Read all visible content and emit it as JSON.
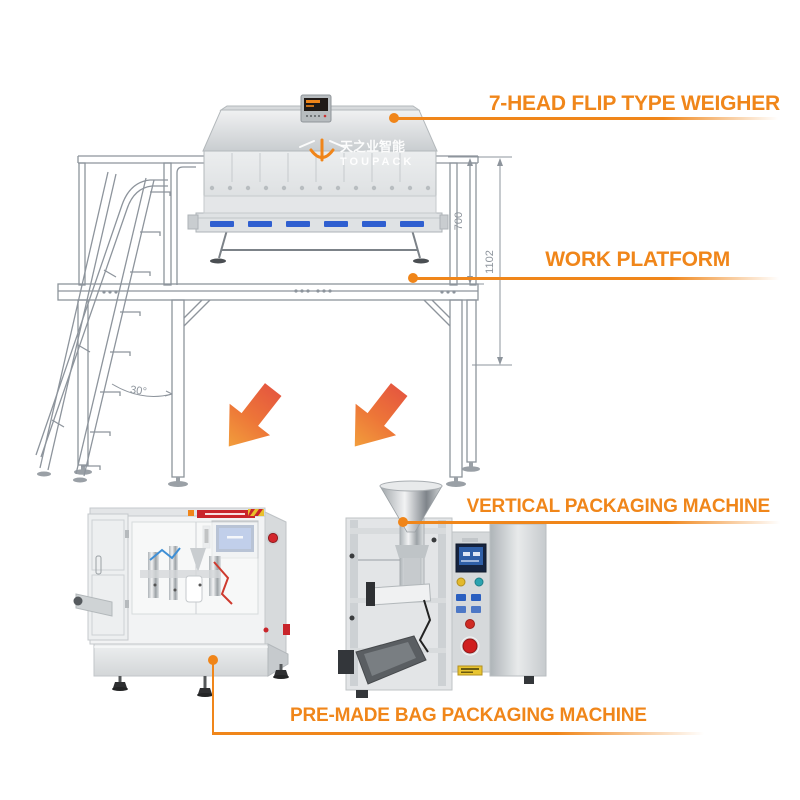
{
  "colors": {
    "accent_orange": "#F0861A",
    "arrow_gradient_top": "#E5573F",
    "arrow_gradient_mid": "#ED7638",
    "arrow_gradient_bottom": "#F2A03C",
    "lineart_gray": "#8D949C",
    "conveyor_blue": "#2F5FD0",
    "screen_blue": "#2F5FA8",
    "alert_red": "#C9252B"
  },
  "callouts": {
    "weigher": "7-HEAD FLIP TYPE WEIGHER",
    "work_platform": "WORK PLATFORM",
    "vertical_machine": "VERTICAL PACKAGING MACHINE",
    "premade_machine": "PRE-MADE BAG PACKAGING MACHINE"
  },
  "dimensions": {
    "upper_height": "700",
    "total_height": "1102",
    "ladder_angle": "30°"
  },
  "watermark": {
    "cn": "天之业智能",
    "en": "TOUPACK"
  },
  "icons": {
    "arrow_left": "down-left-arrow",
    "arrow_right": "down-left-arrow",
    "leader_dot": "callout-point-dot"
  }
}
